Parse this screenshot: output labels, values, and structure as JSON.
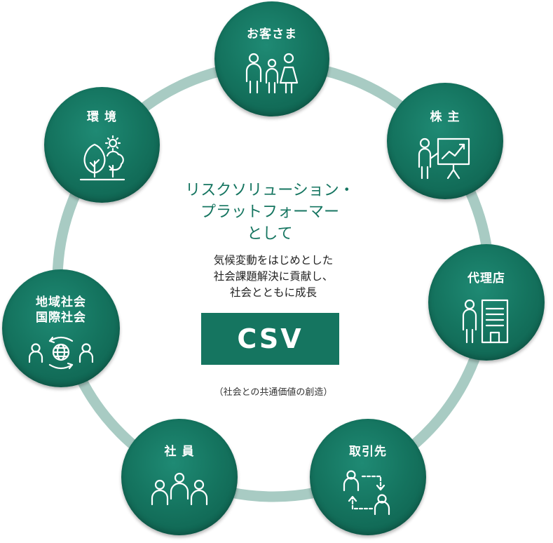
{
  "colors": {
    "primary": "#157560",
    "ring": "#a8cbc3",
    "text": "#222222"
  },
  "center": {
    "title_lines": [
      "リスクソリューション・",
      "プラットフォーマー",
      "として"
    ],
    "subtitle_lines": [
      "気候変動をはじめとした",
      "社会課題解決に貢献し、",
      "社会とともに成長"
    ],
    "badge": "CSV",
    "note": "（社会との共通価値の創造）"
  },
  "stakeholders": [
    {
      "id": "customers",
      "label_lines": [
        "お客さま"
      ],
      "icon": "people-family-icon"
    },
    {
      "id": "shareholders",
      "label_lines": [
        "株 主"
      ],
      "icon": "presentation-chart-icon"
    },
    {
      "id": "agents",
      "label_lines": [
        "代理店"
      ],
      "icon": "person-building-icon"
    },
    {
      "id": "partners",
      "label_lines": [
        "取引先"
      ],
      "icon": "exchange-people-icon"
    },
    {
      "id": "employees",
      "label_lines": [
        "社 員"
      ],
      "icon": "group-people-icon"
    },
    {
      "id": "community",
      "label_lines": [
        "地域社会",
        "国際社会"
      ],
      "icon": "globe-people-icon"
    },
    {
      "id": "environment",
      "label_lines": [
        "環 境"
      ],
      "icon": "trees-sun-icon"
    }
  ]
}
